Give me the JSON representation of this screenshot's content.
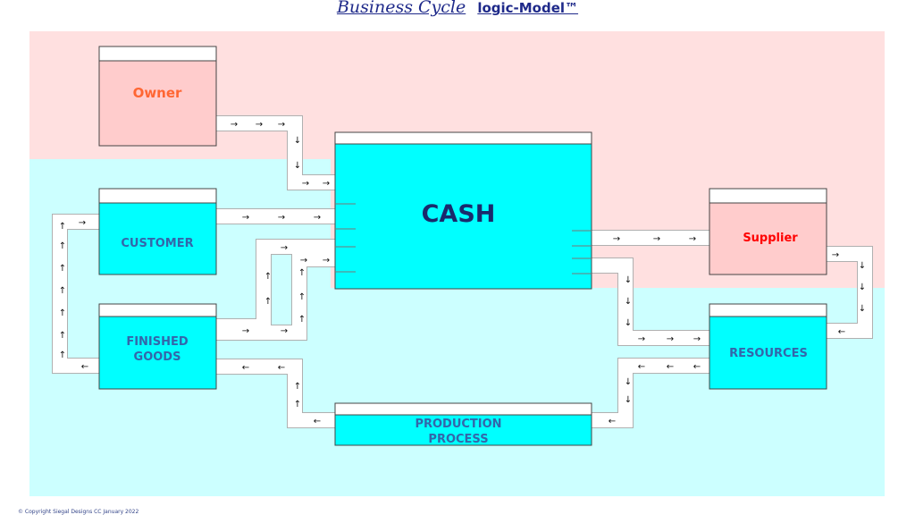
{
  "title": {
    "main": "Business Cycle",
    "sub": "logic-Model™"
  },
  "nodes": {
    "owner": "Owner",
    "cash": "CASH",
    "customer": "CUSTOMER",
    "finished_goods": [
      "FINISHED",
      "GOODS"
    ],
    "supplier": "Supplier",
    "resources": "RESOURCES",
    "production": [
      "PRODUCTION",
      "PROCESS"
    ]
  },
  "colors": {
    "pink_zone": "#ffe0e0",
    "blue_zone": "#ccffff",
    "cyan_fill": "#00ffff",
    "pink_fill": "#ffcccc",
    "navy_text": "#1a2a6c",
    "owner_text": "#ff6633",
    "supplier_text": "#ff0000",
    "blue_text": "#3366aa"
  },
  "copyright": "©  Copyright Siegal Designs CC January 2022"
}
